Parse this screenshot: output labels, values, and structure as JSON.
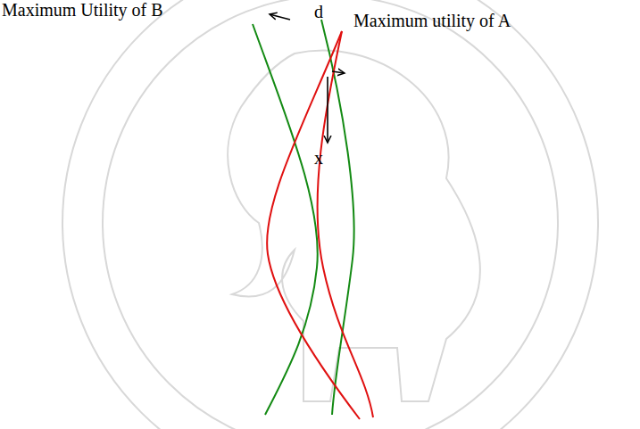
{
  "diagram": {
    "labels": [
      "Maximum Utility of B",
      "d",
      "Maximum utility of A",
      "x"
    ]
  }
}
